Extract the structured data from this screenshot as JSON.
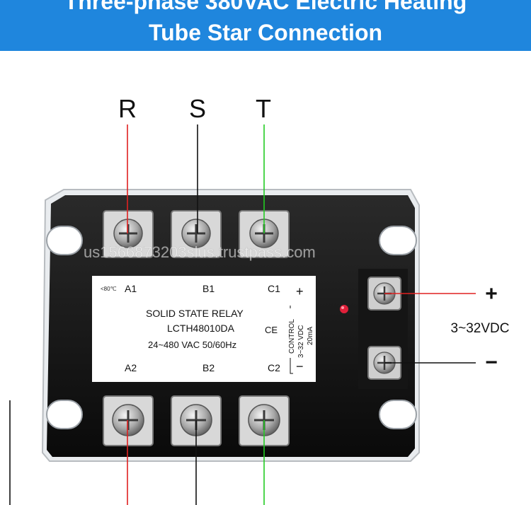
{
  "header": {
    "title_line1": "Three-phase 380VAC Electric Heating",
    "title_line2": "Tube Star Connection"
  },
  "phases": {
    "r": "R",
    "s": "S",
    "t": "T"
  },
  "terminals": {
    "a1": "A1",
    "b1": "B1",
    "c1": "C1",
    "a2": "A2",
    "b2": "B2",
    "c2": "C2"
  },
  "label": {
    "temp": "<80℃",
    "name": "SOLID STATE RELAY",
    "model": "LCTH48010DA",
    "rating": "24~480 VAC  50/60Hz",
    "ce": "CE",
    "control": "CONTROL",
    "control_range": "3~32 VDC",
    "control_current": "20mA",
    "label_plus": "+",
    "label_minus": "−"
  },
  "control_input": {
    "plus": "+",
    "minus": "−",
    "voltage": "3~32VDC"
  },
  "watermark": "us1566873203slus.trustpass.com",
  "colors": {
    "banner": "#1f86dd",
    "wire_r": "#e02020",
    "wire_s": "#111111",
    "wire_t": "#22cc22",
    "led": "#e0203a"
  }
}
